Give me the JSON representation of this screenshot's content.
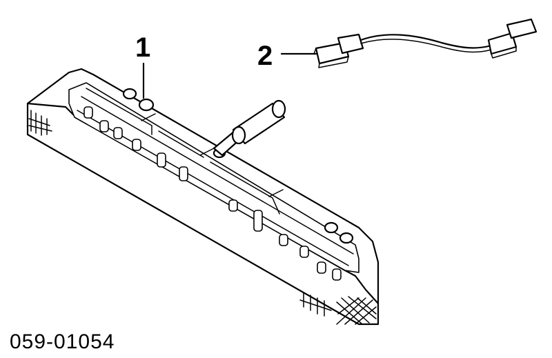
{
  "diagram": {
    "parts": [
      {
        "callout": "1",
        "icon": "third-brake-light-assembly"
      },
      {
        "callout": "2",
        "icon": "wire-harness-connector"
      }
    ],
    "part_code": "059-01054"
  }
}
